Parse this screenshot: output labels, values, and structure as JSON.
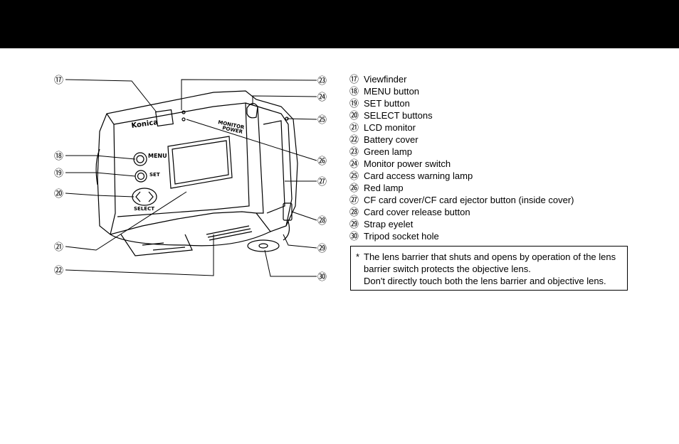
{
  "diagram": {
    "camera_labels": {
      "brand": "Konica",
      "menu": "MENU",
      "set": "SET",
      "select": "SELECT",
      "monitor": "MONITOR",
      "power": "POWER"
    },
    "callouts": [
      "⑰",
      "⑱",
      "⑲",
      "⑳",
      "㉑",
      "㉒",
      "㉓",
      "㉔",
      "㉕",
      "㉖",
      "㉗",
      "㉘",
      "㉙",
      "㉚"
    ]
  },
  "legend": [
    {
      "num": "⑰",
      "label": "Viewfinder"
    },
    {
      "num": "⑱",
      "label": "MENU button"
    },
    {
      "num": "⑲",
      "label": "SET button"
    },
    {
      "num": "⑳",
      "label": "SELECT buttons"
    },
    {
      "num": "㉑",
      "label": "LCD monitor"
    },
    {
      "num": "㉒",
      "label": "Battery cover"
    },
    {
      "num": "㉓",
      "label": "Green lamp"
    },
    {
      "num": "㉔",
      "label": "Monitor power switch"
    },
    {
      "num": "㉕",
      "label": "Card access warning lamp"
    },
    {
      "num": "㉖",
      "label": "Red lamp"
    },
    {
      "num": "㉗",
      "label": "CF card cover/CF card ejector button (inside cover)"
    },
    {
      "num": "㉘",
      "label": "Card cover release button"
    },
    {
      "num": "㉙",
      "label": "Strap eyelet"
    },
    {
      "num": "㉚",
      "label": "Tripod socket hole"
    }
  ],
  "note": {
    "marker": "*",
    "lines": [
      "The lens barrier that shuts and opens by operation of the lens",
      "barrier switch protects the objective lens.",
      "Don't directly touch both the lens barrier and objective lens."
    ]
  }
}
